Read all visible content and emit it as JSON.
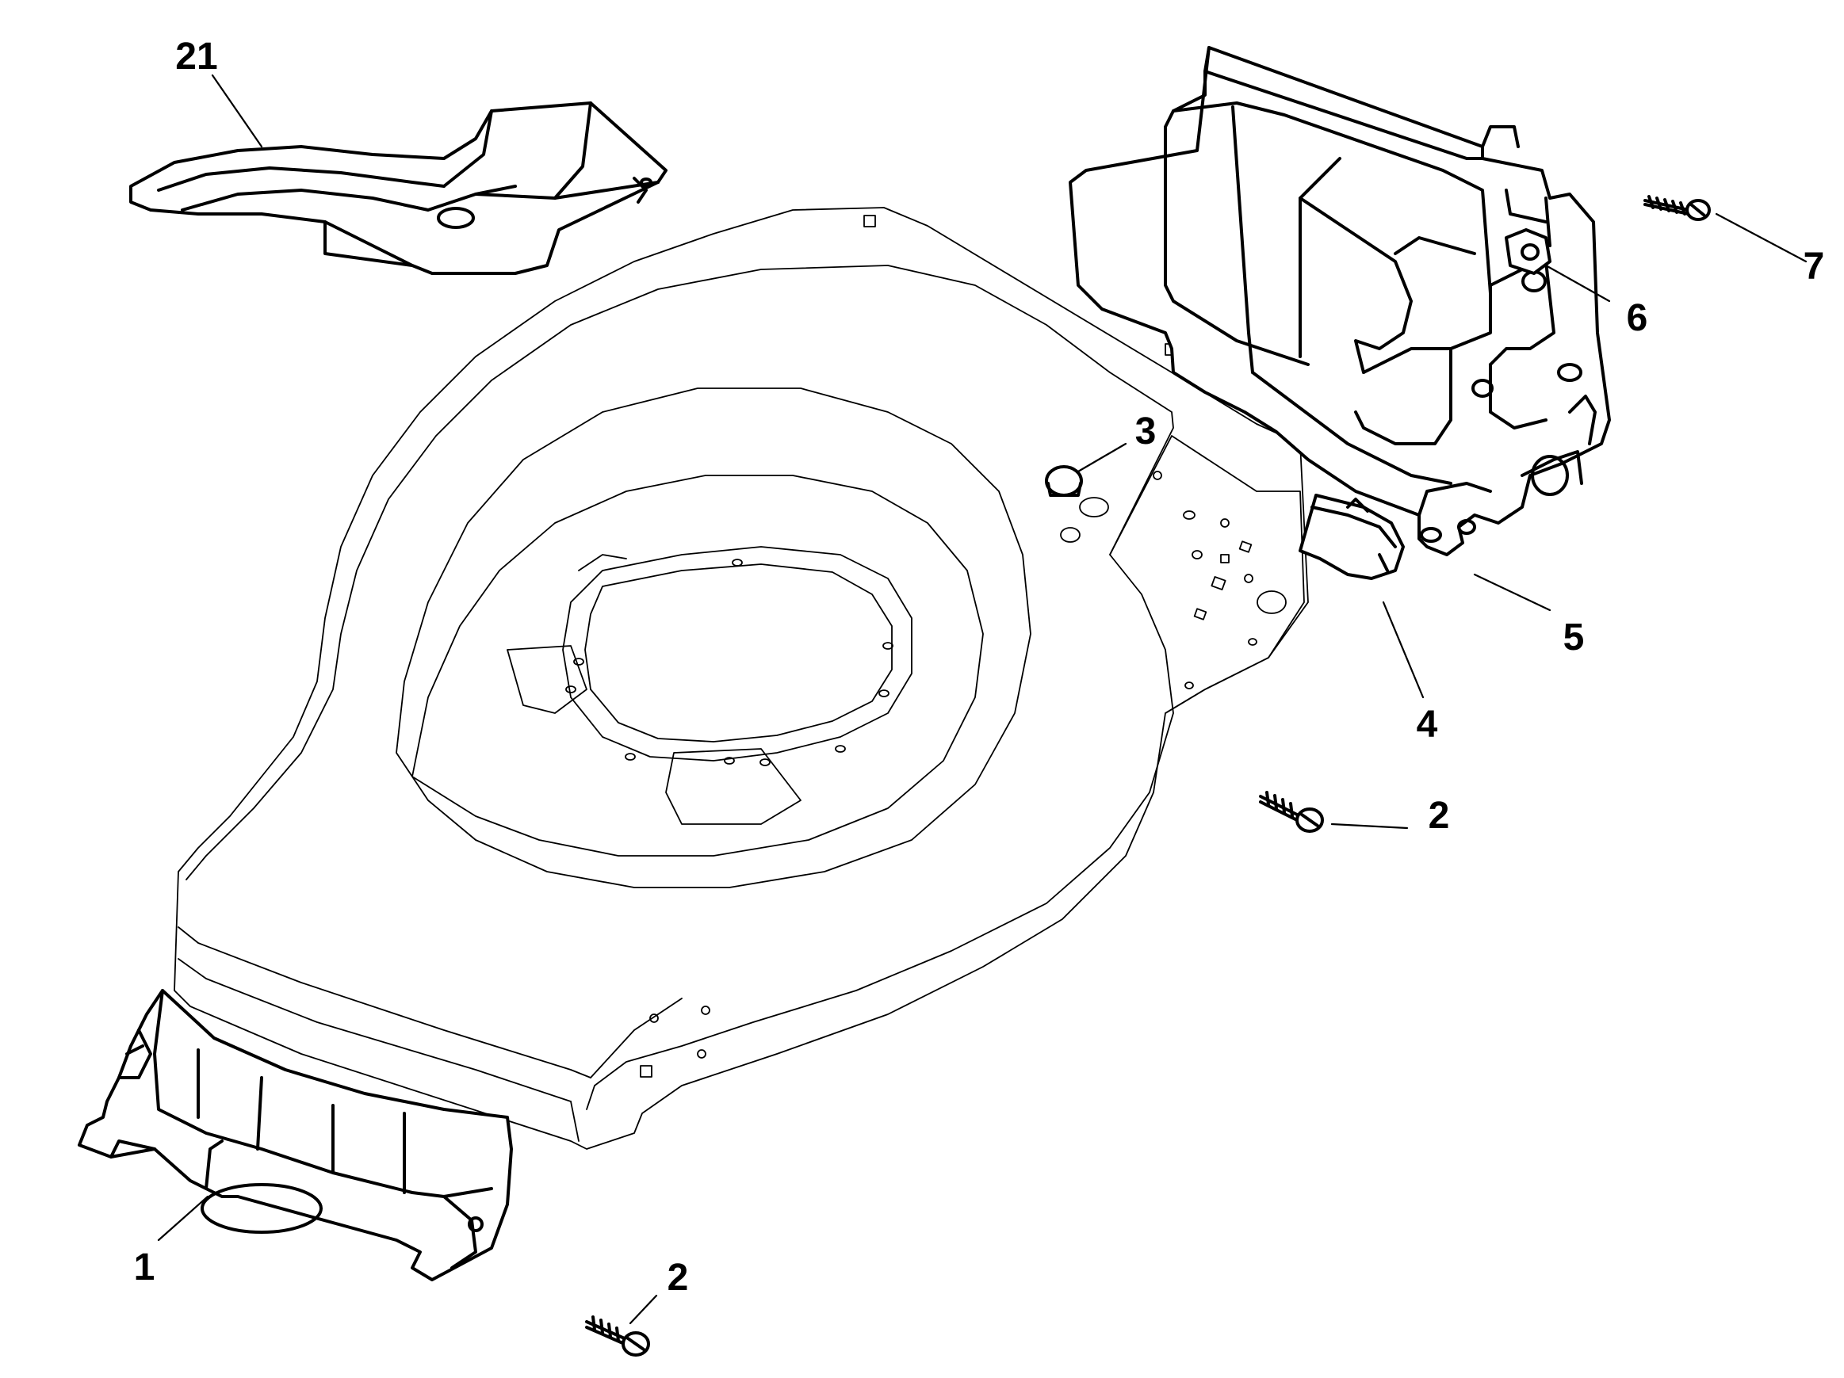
{
  "callouts": [
    {
      "id": "part-21",
      "label": "21"
    },
    {
      "id": "part-7",
      "label": "7"
    },
    {
      "id": "part-6",
      "label": "6"
    },
    {
      "id": "part-3",
      "label": "3"
    },
    {
      "id": "part-5",
      "label": "5"
    },
    {
      "id": "part-4",
      "label": "4"
    },
    {
      "id": "part-2a",
      "label": "2"
    },
    {
      "id": "part-1",
      "label": "1"
    },
    {
      "id": "part-2b",
      "label": "2"
    }
  ]
}
